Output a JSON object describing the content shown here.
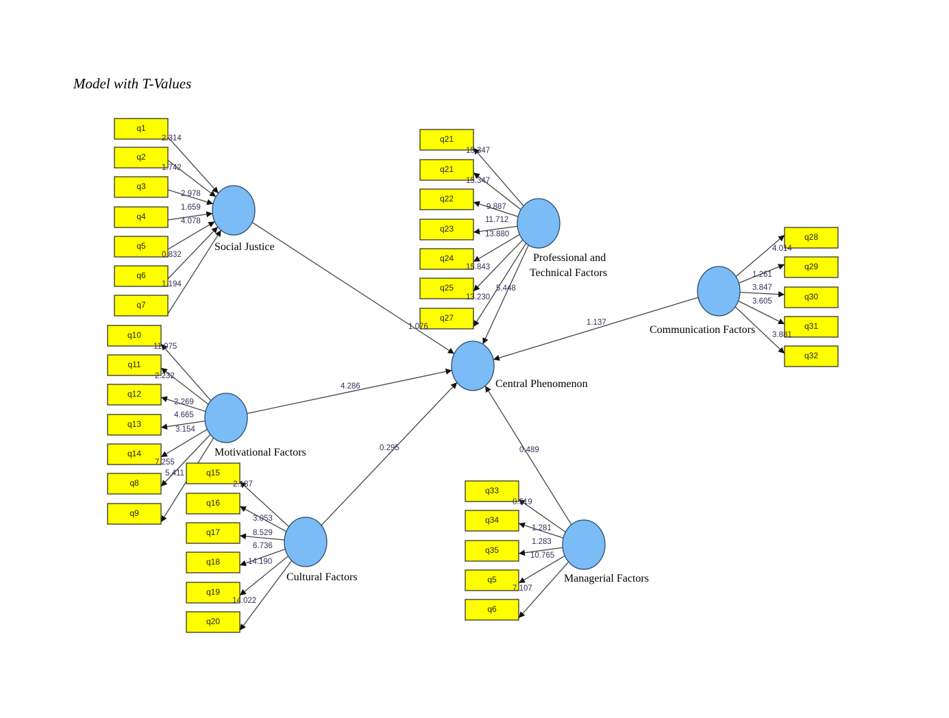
{
  "title": "Model with T-Values",
  "colors": {
    "indicator_fill": "#ffff00",
    "construct_fill": "#7bbcf7",
    "edge": "#444444"
  },
  "constructs": {
    "social_justice": {
      "label": [
        "Social Justice"
      ],
      "arrow_direction": "indicator-to-construct",
      "indicators": [
        {
          "label": "q1",
          "t": "2.314"
        },
        {
          "label": "q2",
          "t": "1.742"
        },
        {
          "label": "q3",
          "t": "2.978"
        },
        {
          "label": "q4",
          "t": "1.659"
        },
        {
          "label": "q5",
          "t": "4.078"
        },
        {
          "label": "q6",
          "t": "0.832"
        },
        {
          "label": "q7",
          "t": "1.194"
        }
      ]
    },
    "motivational_factors": {
      "label": [
        "Motivational Factors"
      ],
      "arrow_direction": "construct-to-indicator",
      "indicators": [
        {
          "label": "q10",
          "t": "11.075"
        },
        {
          "label": "q11",
          "t": "2.232"
        },
        {
          "label": "q12",
          "t": "2.269"
        },
        {
          "label": "q13",
          "t": "4.665"
        },
        {
          "label": "q14",
          "t": "3.154"
        },
        {
          "label": "q8",
          "t": "7.255"
        },
        {
          "label": "q9",
          "t": "5.411"
        }
      ]
    },
    "cultural_factors": {
      "label": [
        "Cultural Factors"
      ],
      "arrow_direction": "construct-to-indicator",
      "indicators": [
        {
          "label": "q15",
          "t": "2.187"
        },
        {
          "label": "q16",
          "t": "3.053"
        },
        {
          "label": "q17",
          "t": "8.529"
        },
        {
          "label": "q18",
          "t": "6.736"
        },
        {
          "label": "q19",
          "t": "14.190"
        },
        {
          "label": "q20",
          "t": "14.022"
        }
      ]
    },
    "professional_technical_factors": {
      "label": [
        "Professional and",
        "Technical Factors"
      ],
      "arrow_direction": "construct-to-indicator",
      "indicators": [
        {
          "label": "q21",
          "t": "15.347"
        },
        {
          "label": "q21",
          "t": "15.347"
        },
        {
          "label": "q22",
          "t": "9.887"
        },
        {
          "label": "q23",
          "t": "11.712"
        },
        {
          "label": "q24",
          "t": "13.880"
        },
        {
          "label": "q25",
          "t": "15.843"
        },
        {
          "label": "q27",
          "t": "13.230"
        }
      ]
    },
    "communication_factors": {
      "label": [
        "Communication Factors"
      ],
      "arrow_direction": "construct-to-indicator",
      "indicators": [
        {
          "label": "q28",
          "t": "4.014"
        },
        {
          "label": "q29",
          "t": "1.261"
        },
        {
          "label": "q30",
          "t": "3.847"
        },
        {
          "label": "q31",
          "t": "3.605"
        },
        {
          "label": "q32",
          "t": "3.881"
        }
      ]
    },
    "managerial_factors": {
      "label": [
        "Managerial Factors"
      ],
      "arrow_direction": "construct-to-indicator",
      "indicators": [
        {
          "label": "q33",
          "t": "0.519"
        },
        {
          "label": "q34",
          "t": "1.281"
        },
        {
          "label": "q35",
          "t": "1.283"
        },
        {
          "label": "q5",
          "t": "10.765"
        },
        {
          "label": "q6",
          "t": "7.107"
        }
      ]
    },
    "central_phenomenon": {
      "label": [
        "Central Phenomenon"
      ],
      "indicators": []
    }
  },
  "structural_paths": [
    {
      "from": "social_justice",
      "to": "central_phenomenon",
      "t": "1.076"
    },
    {
      "from": "professional_technical_factors",
      "to": "central_phenomenon",
      "t": "5.448"
    },
    {
      "from": "communication_factors",
      "to": "central_phenomenon",
      "t": "1.137"
    },
    {
      "from": "motivational_factors",
      "to": "central_phenomenon",
      "t": "4.286"
    },
    {
      "from": "cultural_factors",
      "to": "central_phenomenon",
      "t": "0.295"
    },
    {
      "from": "managerial_factors",
      "to": "central_phenomenon",
      "t": "0.489"
    }
  ]
}
